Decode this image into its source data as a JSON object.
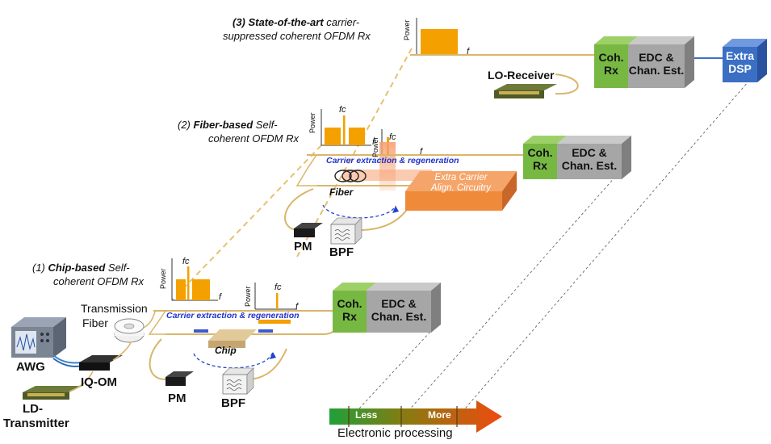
{
  "captions": {
    "cap3_bold": "(3) State-of-the-art",
    "cap3_rest1": " carrier-",
    "cap3_rest2": "suppressed coherent OFDM Rx",
    "cap2_num": "(2) ",
    "cap2_bold": "Fiber-based",
    "cap2_rest1": " Self-",
    "cap2_rest2": "coherent OFDM Rx",
    "cap1_num": "(1) ",
    "cap1_bold": "Chip-based",
    "cap1_rest1": " Self-",
    "cap1_rest2": "coherent OFDM Rx"
  },
  "spectrum": {
    "axis_label": "Power",
    "freq_label": "f",
    "carrier_label": "fc"
  },
  "blocks": {
    "coh_rx_line1": "Coh.",
    "coh_rx_line2": "Rx",
    "edc_line1": "EDC &",
    "edc_line2": "Chan. Est.",
    "extra_dsp_line1": "Extra",
    "extra_dsp_line2": "DSP",
    "extra_carrier_line1": "Extra Carrier",
    "extra_carrier_line2": "Align. Circuitry"
  },
  "labels": {
    "lo_receiver": "LO-Receiver",
    "carrier_extraction": "Carrier extraction & regeneration",
    "fiber": "Fiber",
    "chip": "Chip",
    "pm": "PM",
    "bpf": "BPF",
    "transmission_fiber_1": "Transmission",
    "transmission_fiber_2": "Fiber",
    "awg": "AWG",
    "iq_om": "IQ-OM",
    "ld_transmitter_1": "LD-",
    "ld_transmitter_2": "Transmitter"
  },
  "scale": {
    "less": "Less",
    "more": "More",
    "caption": "Electronic processing"
  },
  "colors": {
    "green": "#77b843",
    "gray": "#a6a6a6",
    "blue": "#3a6fc4",
    "orange": "#ee8a3a",
    "spectrum": "#f4a000",
    "fiber_line": "#d9b66a"
  }
}
